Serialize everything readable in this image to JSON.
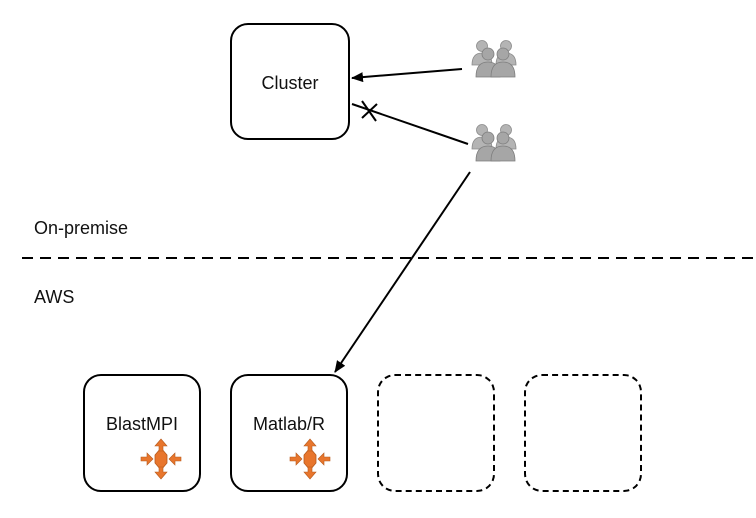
{
  "diagram": {
    "nodes": {
      "cluster": {
        "label": "Cluster"
      },
      "blastmpi": {
        "label": "BlastMPI",
        "icon": "aws-auto-scaling-icon"
      },
      "matlab_r": {
        "label": "Matlab/R",
        "icon": "aws-auto-scaling-icon"
      },
      "empty_slot_1": {
        "label": ""
      },
      "empty_slot_2": {
        "label": ""
      },
      "user_group_top": {
        "icon": "user-group-icon"
      },
      "user_group_bottom": {
        "icon": "user-group-icon"
      }
    },
    "zones": {
      "upper": "On-premise",
      "lower": "AWS"
    },
    "edges": [
      {
        "from": "user_group_top",
        "to": "cluster",
        "style": "arrow"
      },
      {
        "from": "user_group_bottom",
        "to": "cluster",
        "style": "crossed"
      },
      {
        "from": "user_group_bottom",
        "to": "matlab_r",
        "style": "arrow"
      }
    ],
    "colors": {
      "accent_orange": "#e8762d",
      "user_gray": "#a9a9a9",
      "stroke": "#000000"
    }
  }
}
